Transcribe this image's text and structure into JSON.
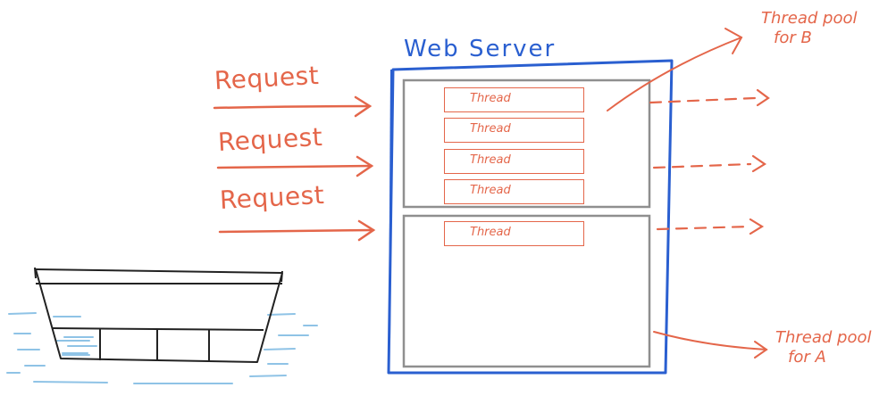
{
  "request_labels": [
    "Request",
    "Request",
    "Request"
  ],
  "server": {
    "title": "Web Server"
  },
  "pool_b": {
    "threads": [
      "Thread",
      "Thread",
      "Thread",
      "Thread"
    ],
    "note_line1": "Thread pool",
    "note_line2": "for B"
  },
  "pool_a": {
    "threads": [
      "Thread"
    ],
    "note_line1": "Thread pool",
    "note_line2": "for A"
  },
  "colors": {
    "ink_orange": "#e4664a",
    "server_blue": "#2a5fd0",
    "pool_gray": "#8f8f8f",
    "boat_black": "#222222",
    "water_blue": "#8fc3e6"
  },
  "icons": {
    "boat": "boat-in-water-icon"
  }
}
